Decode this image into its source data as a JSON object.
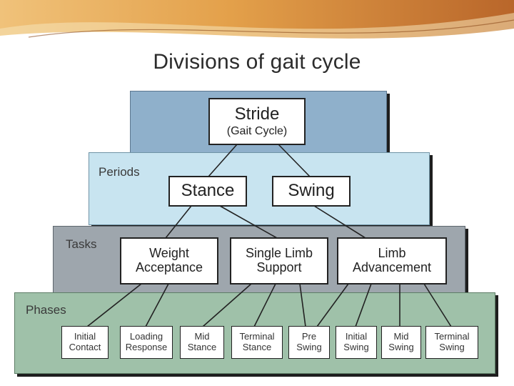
{
  "title": "Divisions of gait cycle",
  "colors": {
    "stride_band": "#8fb0cb",
    "periods_band": "#c8e4f0",
    "tasks_band": "#9ea6ad",
    "phases_band": "#9fc1a9",
    "banner_gold": "#e1a53c",
    "banner_dark": "#8a4a1a"
  },
  "tiers": {
    "periods": "Periods",
    "tasks": "Tasks",
    "phases": "Phases"
  },
  "stride": {
    "line1": "Stride",
    "line2": "(Gait Cycle)"
  },
  "periods": {
    "stance": "Stance",
    "swing": "Swing"
  },
  "tasks": {
    "weight_acceptance": {
      "line1": "Weight",
      "line2": "Acceptance"
    },
    "single_limb_support": {
      "line1": "Single Limb",
      "line2": "Support"
    },
    "limb_advancement": {
      "line1": "Limb",
      "line2": "Advancement"
    }
  },
  "phases": [
    {
      "line1": "Initial",
      "line2": "Contact"
    },
    {
      "line1": "Loading",
      "line2": "Response"
    },
    {
      "line1": "Mid",
      "line2": "Stance"
    },
    {
      "line1": "Terminal",
      "line2": "Stance"
    },
    {
      "line1": "Pre",
      "line2": "Swing"
    },
    {
      "line1": "Initial",
      "line2": "Swing"
    },
    {
      "line1": "Mid",
      "line2": "Swing"
    },
    {
      "line1": "Terminal",
      "line2": "Swing"
    }
  ]
}
